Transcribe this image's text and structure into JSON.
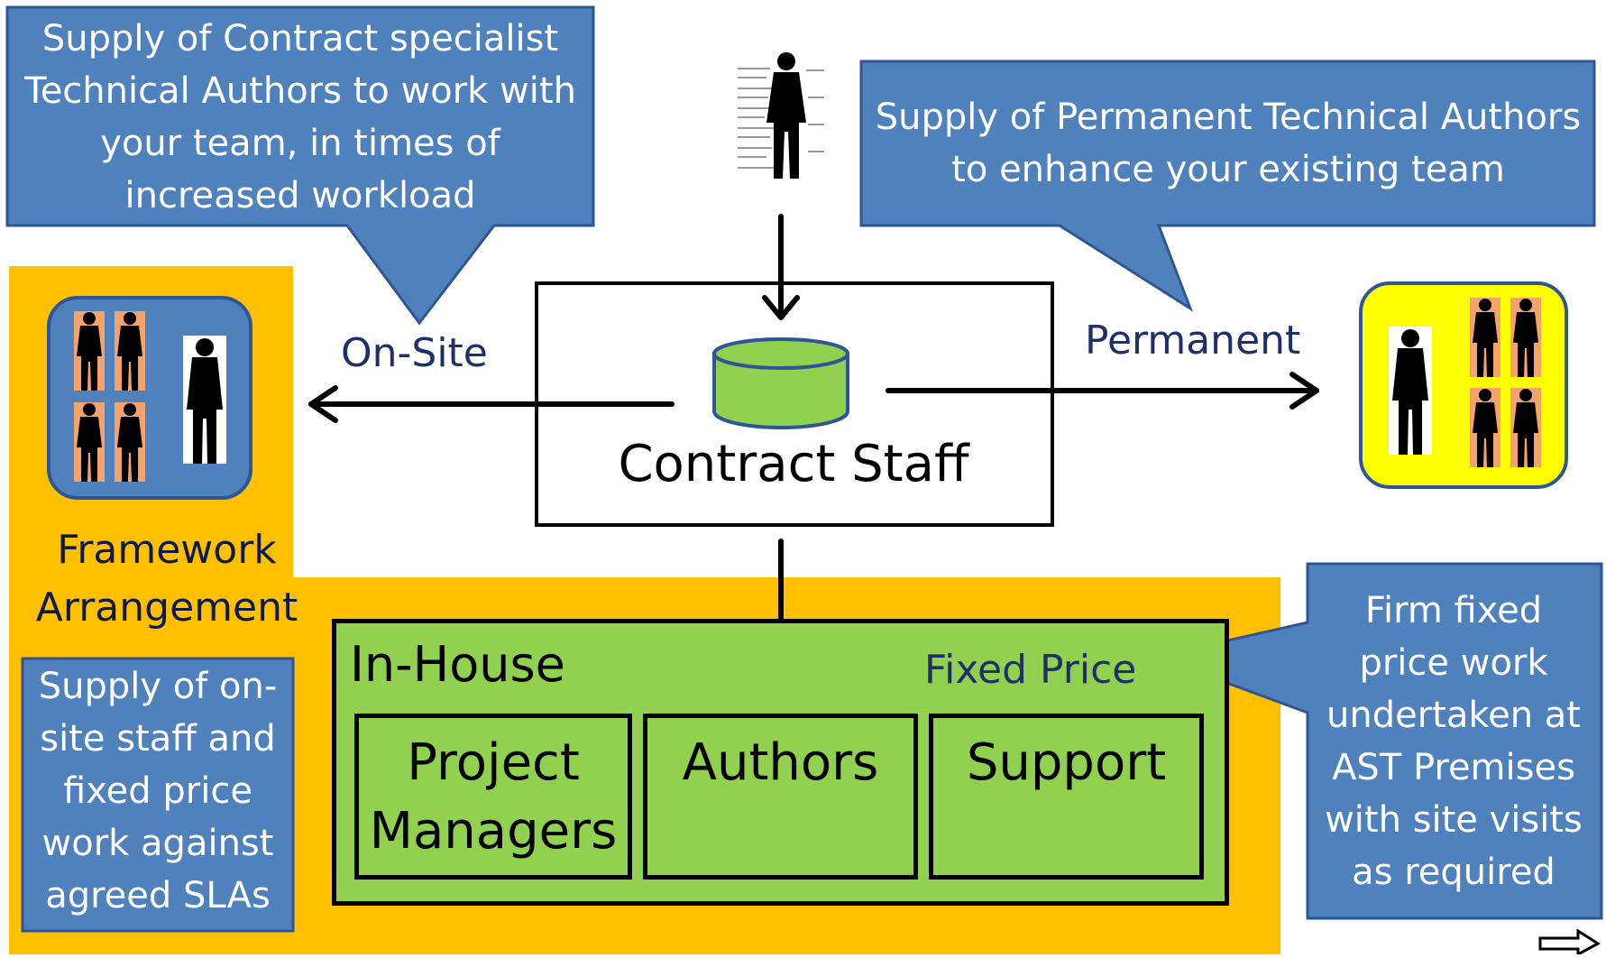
{
  "callouts": {
    "contract": "Supply of Contract specialist Technical Authors to work with your team, in times of increased workload",
    "permanent": "Supply of Permanent Technical Authors to enhance your existing team",
    "fixed_price": "Firm fixed price work undertaken at AST Premises with site visits as required",
    "framework": "Supply of on-site staff and fixed price work against agreed SLAs"
  },
  "labels": {
    "on_site": "On-Site",
    "permanent": "Permanent",
    "contract_staff": "Contract Staff",
    "framework": "Framework Arrangement",
    "in_house": "In-House",
    "fixed_price": "Fixed Price"
  },
  "teams": {
    "project_managers": "Project Managers",
    "authors": "Authors",
    "support": "Support"
  },
  "colors": {
    "callout_fill": "#4f81bd",
    "callout_border": "#2f5597",
    "orange": "#ffc000",
    "green": "#92d050",
    "yellow": "#ffff00",
    "figure_bg": "#f4a46a"
  },
  "icons": [
    "person-silhouette-icon",
    "document-icon",
    "database-icon",
    "next-arrow-icon"
  ]
}
